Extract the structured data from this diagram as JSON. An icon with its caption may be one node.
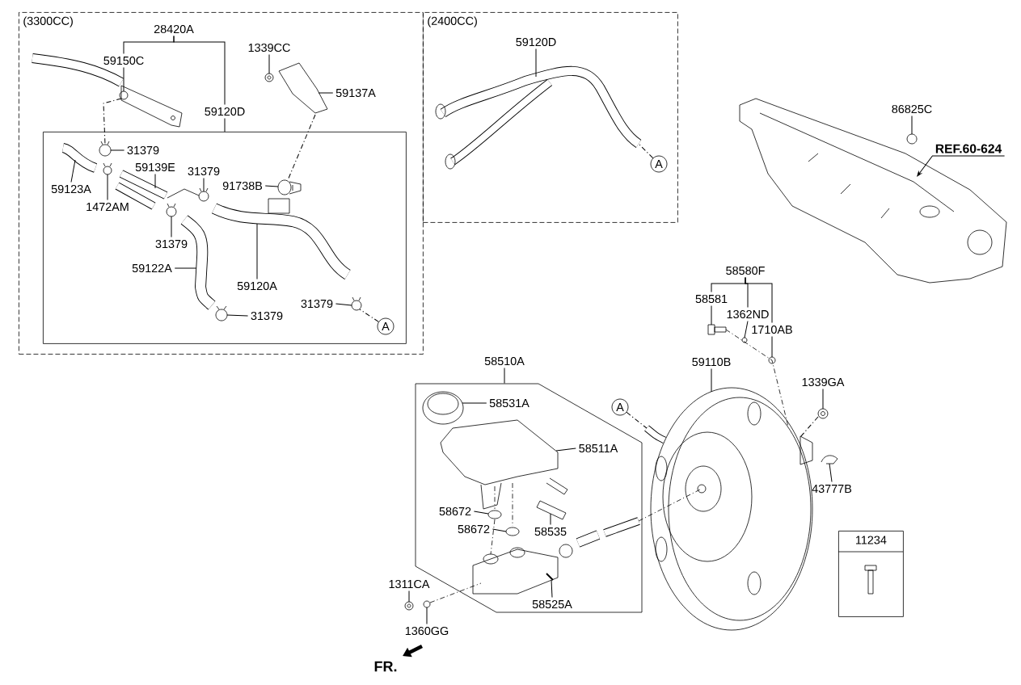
{
  "diagram": {
    "nodes": [
      {
        "text": [
          "(3300CC)"
        ]
      },
      {
        "text": [],
        "shape": "box",
        "in": 0
      },
      {
        "text": [
          "28420A"
        ],
        "in": 0
      },
      {
        "text": [
          "59150C"
        ],
        "in": 0
      },
      {
        "text": [
          "59120D"
        ],
        "in": 0
      },
      {
        "text": [
          "1339CC"
        ],
        "in": 0
      },
      {
        "text": [
          "59137A"
        ],
        "in": 0
      },
      {
        "text": [
          "31379"
        ],
        "in": 1
      },
      {
        "text": [
          "59123A"
        ],
        "in": 1
      },
      {
        "text": [
          "59139E"
        ],
        "in": 1
      },
      {
        "text": [
          "1472AM"
        ],
        "in": 1
      },
      {
        "text": [
          "31379"
        ],
        "in": 1
      },
      {
        "text": [
          "91738B"
        ],
        "in": 1
      },
      {
        "text": [
          "31379"
        ],
        "in": 1
      },
      {
        "text": [
          "59120A"
        ],
        "in": 1
      },
      {
        "text": [
          "59122A"
        ],
        "in": 1
      },
      {
        "text": [
          "31379"
        ],
        "in": 1
      },
      {
        "text": [
          "31379"
        ],
        "in": 1
      },
      {
        "text": [
          "A"
        ],
        "in": 1
      },
      {
        "text": [
          "(2400CC)"
        ]
      },
      {
        "text": [
          "59120D"
        ],
        "in": 19
      },
      {
        "text": [
          "A"
        ],
        "in": 19
      },
      {
        "text": [
          "86825C"
        ]
      },
      {
        "text": [
          "REF.60-624"
        ]
      },
      {
        "text": [
          "58580F"
        ]
      },
      {
        "text": [
          "58581"
        ]
      },
      {
        "text": [
          "1362ND"
        ]
      },
      {
        "text": [
          "1710AB"
        ]
      },
      {
        "text": [
          "58510A"
        ]
      },
      {
        "text": [
          "59110B"
        ]
      },
      {
        "text": [],
        "shape": "box"
      },
      {
        "text": [
          "58531A"
        ],
        "in": 30
      },
      {
        "text": [
          "58511A"
        ],
        "in": 30
      },
      {
        "text": [
          "58672"
        ],
        "in": 30
      },
      {
        "text": [
          "58672"
        ],
        "in": 30
      },
      {
        "text": [
          "58535"
        ],
        "in": 30
      },
      {
        "text": [
          "58525A"
        ],
        "in": 30
      },
      {
        "text": [
          "A"
        ]
      },
      {
        "text": [
          "1339GA"
        ]
      },
      {
        "text": [
          "43777B"
        ]
      },
      {
        "text": [
          "1311CA"
        ]
      },
      {
        "text": [
          "1360GG"
        ]
      },
      {
        "text": [
          "11234"
        ]
      },
      {
        "text": [],
        "shape": "picture",
        "in": 0
      },
      {
        "text": [],
        "shape": "picture",
        "in": 0
      },
      {
        "text": [],
        "shape": "picture",
        "in": 0
      },
      {
        "text": [],
        "shape": "picture",
        "in": 1
      },
      {
        "text": [],
        "shape": "picture",
        "in": 1
      },
      {
        "text": [],
        "shape": "picture",
        "in": 1
      },
      {
        "text": [],
        "shape": "picture",
        "in": 1
      },
      {
        "text": [],
        "shape": "picture",
        "in": 1
      },
      {
        "text": [],
        "shape": "circle",
        "in": 1
      },
      {
        "text": [],
        "shape": "picture",
        "in": 1
      },
      {
        "text": [],
        "shape": "picture",
        "in": 1
      },
      {
        "text": [],
        "shape": "picture",
        "in": 1
      },
      {
        "text": [],
        "shape": "circle",
        "in": 1
      },
      {
        "text": [],
        "shape": "picture",
        "in": 1
      },
      {
        "text": [],
        "shape": "picture",
        "in": 19
      },
      {
        "text": [],
        "shape": "picture"
      },
      {
        "text": [],
        "shape": "picture"
      },
      {
        "text": [],
        "shape": "picture"
      },
      {
        "text": [],
        "shape": "picture"
      },
      {
        "text": [],
        "shape": "picture"
      },
      {
        "text": [],
        "shape": "picture"
      },
      {
        "text": [],
        "shape": "picture",
        "in": 30
      },
      {
        "text": [],
        "shape": "picture",
        "in": 30
      },
      {
        "text": [],
        "shape": "picture",
        "in": 30
      },
      {
        "text": [],
        "shape": "picture",
        "in": 30
      },
      {
        "text": [],
        "shape": "picture",
        "in": 30
      },
      {
        "text": [],
        "shape": "picture",
        "in": 30
      },
      {
        "text": [],
        "shape": "picture"
      },
      {
        "text": [],
        "shape": "picture"
      },
      {
        "text": [],
        "shape": "picture"
      },
      {
        "text": [],
        "shape": "picture"
      }
    ],
    "edges": [
      {
        "from": 2,
        "to": 3,
        "arrow": "none"
      },
      {
        "from": 2,
        "to": 4,
        "arrow": "none"
      },
      {
        "from": 3,
        "to": 43,
        "arrow": "none"
      },
      {
        "from": 4,
        "to": 1,
        "arrow": "none"
      },
      {
        "from": 5,
        "to": 44,
        "arrow": "none"
      },
      {
        "from": 6,
        "to": 45,
        "arrow": "none"
      },
      {
        "from": 7,
        "to": 46,
        "arrow": "none"
      },
      {
        "from": 8,
        "to": 47,
        "arrow": "none"
      },
      {
        "from": 9,
        "to": 48,
        "arrow": "none"
      },
      {
        "from": 10,
        "to": 49,
        "arrow": "none"
      },
      {
        "from": 11,
        "to": 50,
        "arrow": "none"
      },
      {
        "from": 12,
        "to": 51,
        "arrow": "none"
      },
      {
        "from": 13,
        "to": 52,
        "arrow": "none"
      },
      {
        "from": 14,
        "to": 53,
        "arrow": "none"
      },
      {
        "from": 15,
        "to": 54,
        "arrow": "none"
      },
      {
        "from": 16,
        "to": 55,
        "arrow": "none"
      },
      {
        "from": 17,
        "to": 56,
        "arrow": "none"
      },
      {
        "from": 18,
        "to": 56,
        "arrow": "none",
        "style": "dashed"
      },
      {
        "from": 20,
        "to": 57,
        "arrow": "none"
      },
      {
        "from": 21,
        "to": 57,
        "arrow": "none",
        "style": "dashed"
      },
      {
        "from": 22,
        "to": 58,
        "arrow": "none"
      },
      {
        "from": 23,
        "to": 59,
        "arrow": "to"
      },
      {
        "from": 24,
        "to": 25,
        "arrow": "none"
      },
      {
        "from": 24,
        "to": 26,
        "arrow": "none"
      },
      {
        "from": 24,
        "to": 27,
        "arrow": "none"
      },
      {
        "from": 25,
        "to": 60,
        "arrow": "none"
      },
      {
        "from": 26,
        "to": 61,
        "arrow": "none"
      },
      {
        "from": 27,
        "to": 62,
        "arrow": "none"
      },
      {
        "from": 28,
        "to": 30,
        "arrow": "none"
      },
      {
        "from": 29,
        "to": 63,
        "arrow": "none"
      },
      {
        "from": 31,
        "to": 64,
        "arrow": "none"
      },
      {
        "from": 32,
        "to": 65,
        "arrow": "none"
      },
      {
        "from": 33,
        "to": 66,
        "arrow": "none"
      },
      {
        "from": 34,
        "to": 67,
        "arrow": "none"
      },
      {
        "from": 35,
        "to": 68,
        "arrow": "none"
      },
      {
        "from": 36,
        "to": 69,
        "arrow": "none"
      },
      {
        "from": 37,
        "to": 63,
        "arrow": "none",
        "style": "dashed"
      },
      {
        "from": 38,
        "to": 70,
        "arrow": "none"
      },
      {
        "from": 39,
        "to": 71,
        "arrow": "none"
      },
      {
        "from": 40,
        "to": 72,
        "arrow": "none"
      },
      {
        "from": 41,
        "to": 73,
        "arrow": "none"
      },
      {
        "from": 43,
        "to": 46,
        "arrow": "none",
        "style": "dashed"
      },
      {
        "from": 45,
        "to": 51,
        "arrow": "none",
        "style": "dashed"
      },
      {
        "from": 70,
        "to": 63,
        "arrow": "none",
        "style": "dashed"
      }
    ],
    "labels": [
      "FR."
    ]
  }
}
